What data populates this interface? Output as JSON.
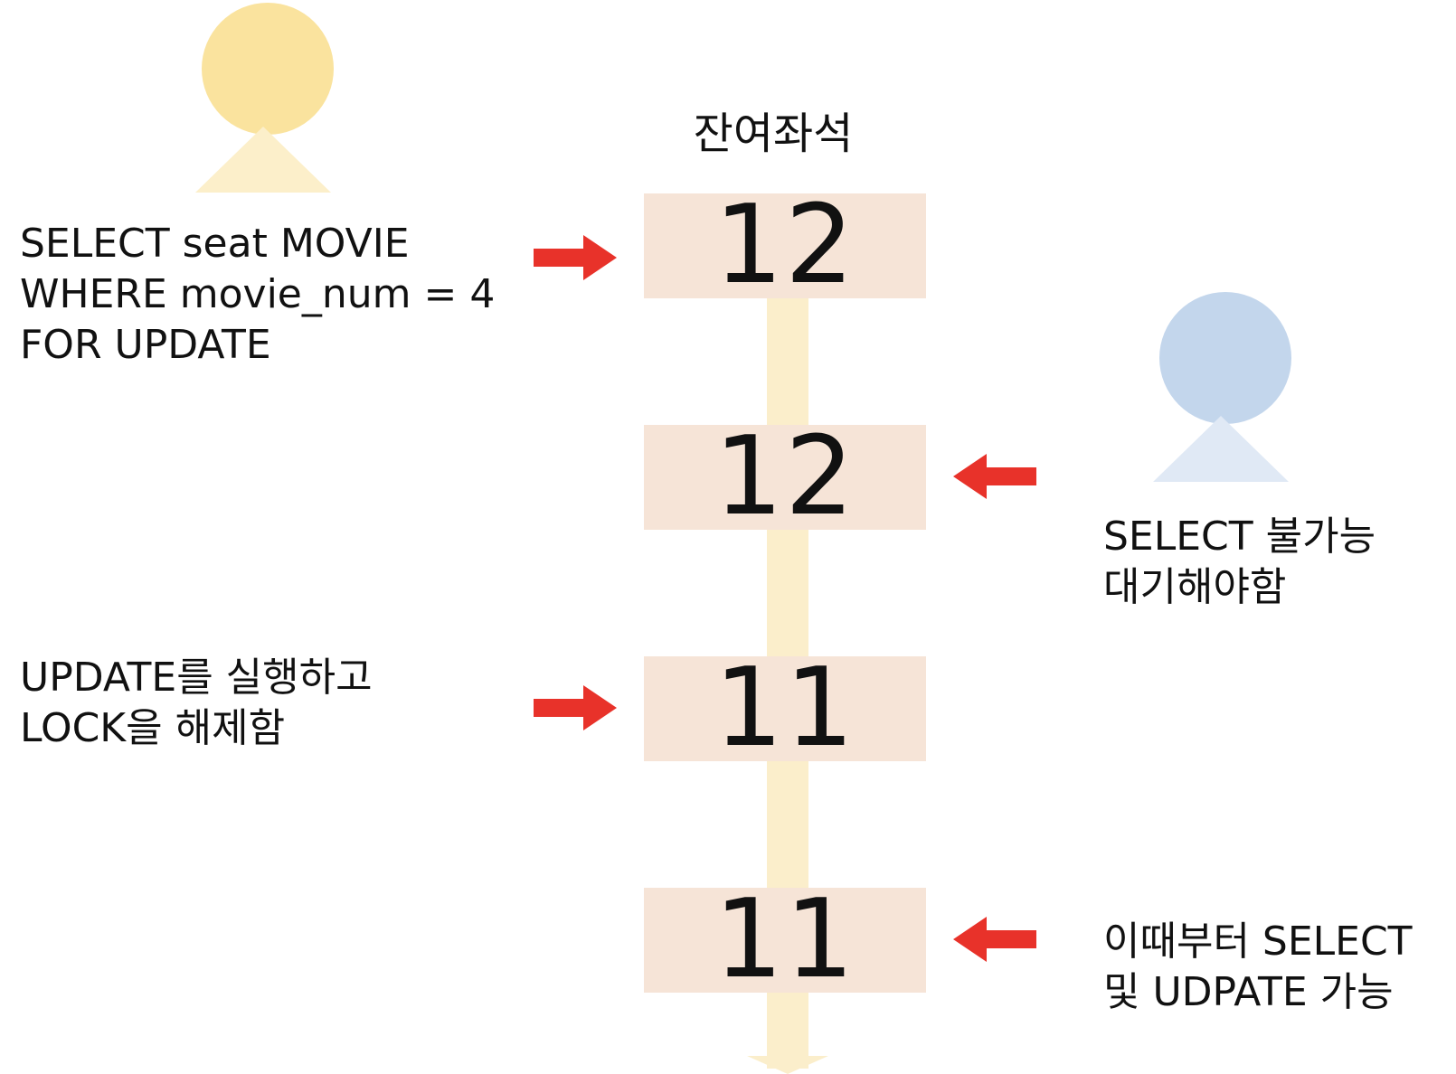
{
  "colors": {
    "timeline": "#fbeecb",
    "seat_box": "#f6e4d7",
    "arrow": "#e8322a",
    "user_a_head": "#fae39e",
    "user_a_body": "#fcefca",
    "user_b_head": "#c3d6ec",
    "user_b_body": "#e0e9f5"
  },
  "header": {
    "label": "잔여좌석"
  },
  "seats": [
    {
      "value": "12"
    },
    {
      "value": "12"
    },
    {
      "value": "11"
    },
    {
      "value": "11"
    }
  ],
  "notes": {
    "user_a_select": "SELECT seat MOVIE\nWHERE movie_num = 4\nFOR UPDATE",
    "user_a_update": "UPDATE를 실행하고\nLOCK을 해제함",
    "user_b_wait": "SELECT 불가능\n대기해야함",
    "user_b_after": "이때부터 SELECT\n및 UDPATE 가능"
  },
  "icons": {
    "user_a": "person-icon",
    "user_b": "person-icon",
    "arrow_right": "arrow-right-icon",
    "arrow_left": "arrow-left-icon"
  }
}
